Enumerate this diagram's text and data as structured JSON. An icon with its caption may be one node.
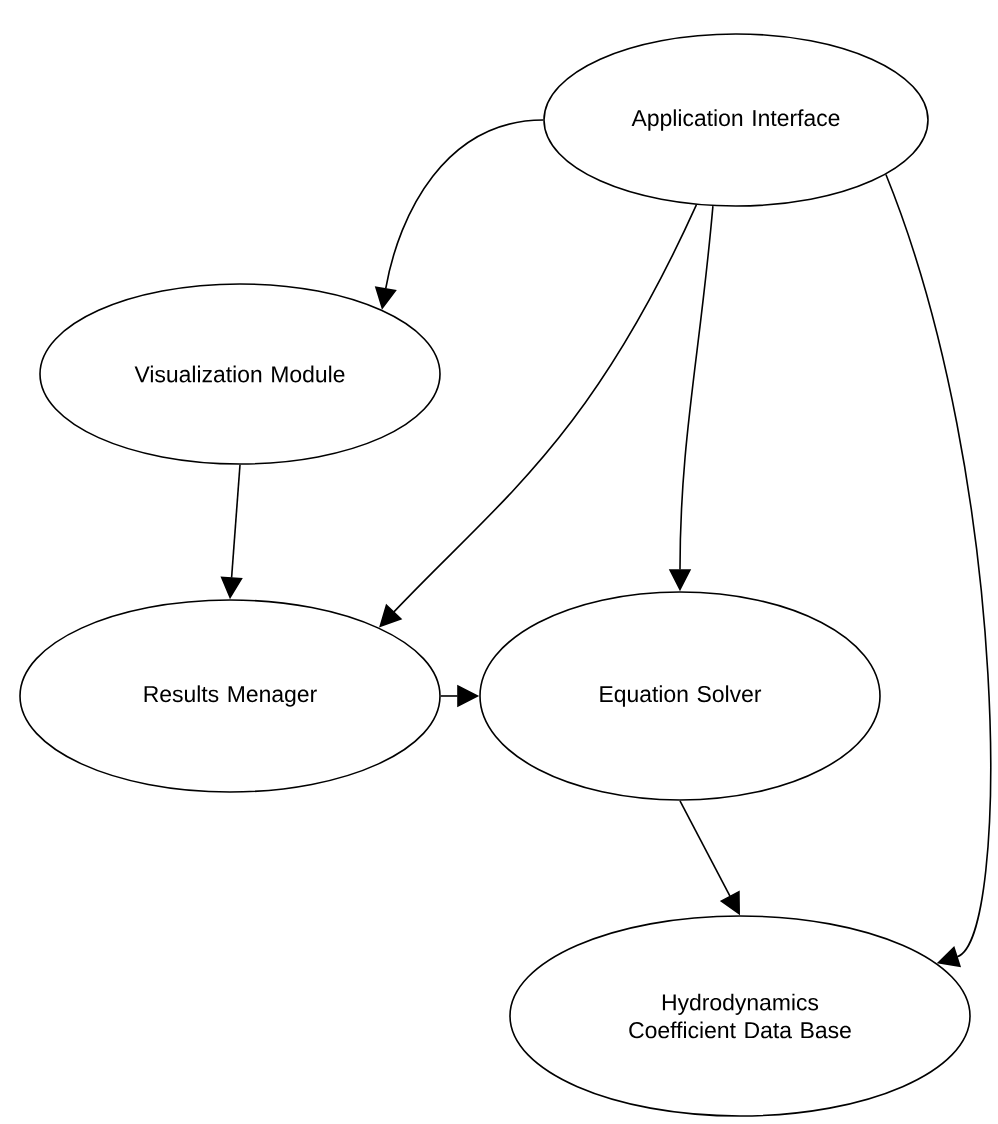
{
  "diagram": {
    "nodes": [
      {
        "text": [
          "Application Interface"
        ]
      },
      {
        "text": [
          "Visualization Module"
        ]
      },
      {
        "text": [
          "Results Menager"
        ]
      },
      {
        "text": [
          "Equation Solver"
        ]
      },
      {
        "text": [
          "Hydrodynamics Coefficient Data Base"
        ]
      }
    ],
    "edges": [
      {
        "from": 0,
        "to": 1,
        "arrow": "to"
      },
      {
        "from": 1,
        "to": 2,
        "arrow": "to"
      },
      {
        "from": 0,
        "to": 2,
        "arrow": "to"
      },
      {
        "from": 0,
        "to": 3,
        "arrow": "to"
      },
      {
        "from": 2,
        "to": 3,
        "arrow": "to"
      },
      {
        "from": 3,
        "to": 4,
        "arrow": "to"
      },
      {
        "from": 0,
        "to": 4,
        "arrow": "to"
      }
    ]
  }
}
